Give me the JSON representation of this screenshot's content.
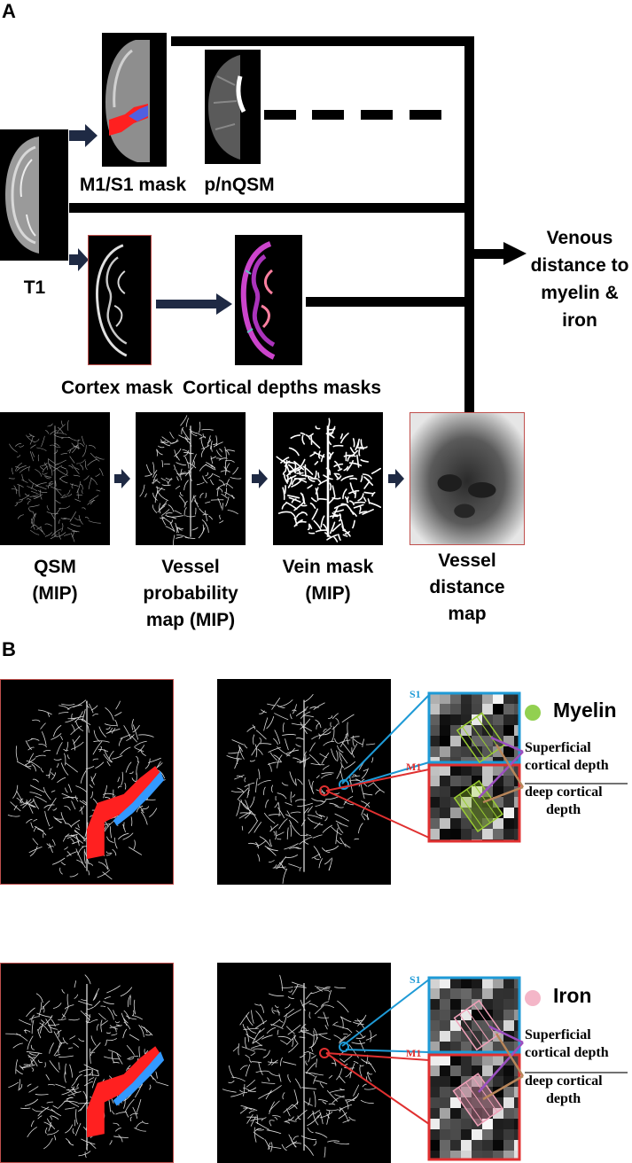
{
  "panel_a": {
    "label": "A",
    "captions": {
      "t1": "T1",
      "m1s1": "M1/S1 mask",
      "pnqsm": "p/nQSM",
      "cortex": "Cortex mask",
      "depths": "Cortical depths masks",
      "output_line1": "Venous",
      "output_line2": "distance to",
      "output_line3": "myelin &",
      "output_line4": "iron",
      "qsm_l1": "QSM",
      "qsm_l2": "(MIP)",
      "vpm_l1": "Vessel",
      "vpm_l2": "probability",
      "vpm_l3": "map (MIP)",
      "vein_l1": "Vein mask",
      "vein_l2": "(MIP)",
      "vdm_l1": "Vessel",
      "vdm_l2": "distance",
      "vdm_l3": "map"
    }
  },
  "panel_b": {
    "label": "B",
    "rows": [
      {
        "legend_label": "Myelin",
        "legend_color": "#92d050",
        "patch_color": "#9acd32",
        "s1_tag": "S1",
        "m1_tag": "M1",
        "superficial_l1": "Superficial",
        "superficial_l2": "cortical depth",
        "deep_l1": "deep cortical",
        "deep_l2": "depth"
      },
      {
        "legend_label": "Iron",
        "legend_color": "#f4b6c8",
        "patch_color": "#f0a0b8",
        "s1_tag": "S1",
        "m1_tag": "M1",
        "superficial_l1": "Superficial",
        "superficial_l2": "cortical depth",
        "deep_l1": "deep cortical",
        "deep_l2": "depth"
      }
    ]
  },
  "colors": {
    "s1_blue": "#1e9ad6",
    "m1_red": "#e03030",
    "roi_red": "#ff2020",
    "roi_blue": "#3399ff",
    "connector_purple": "#9b4fc0",
    "connector_brown": "#b8865a",
    "arrow_navy": "#1f2a44",
    "frame_red": "#c0504d"
  },
  "icons": [
    "arrow-right-icon",
    "dot-legend-icon"
  ]
}
